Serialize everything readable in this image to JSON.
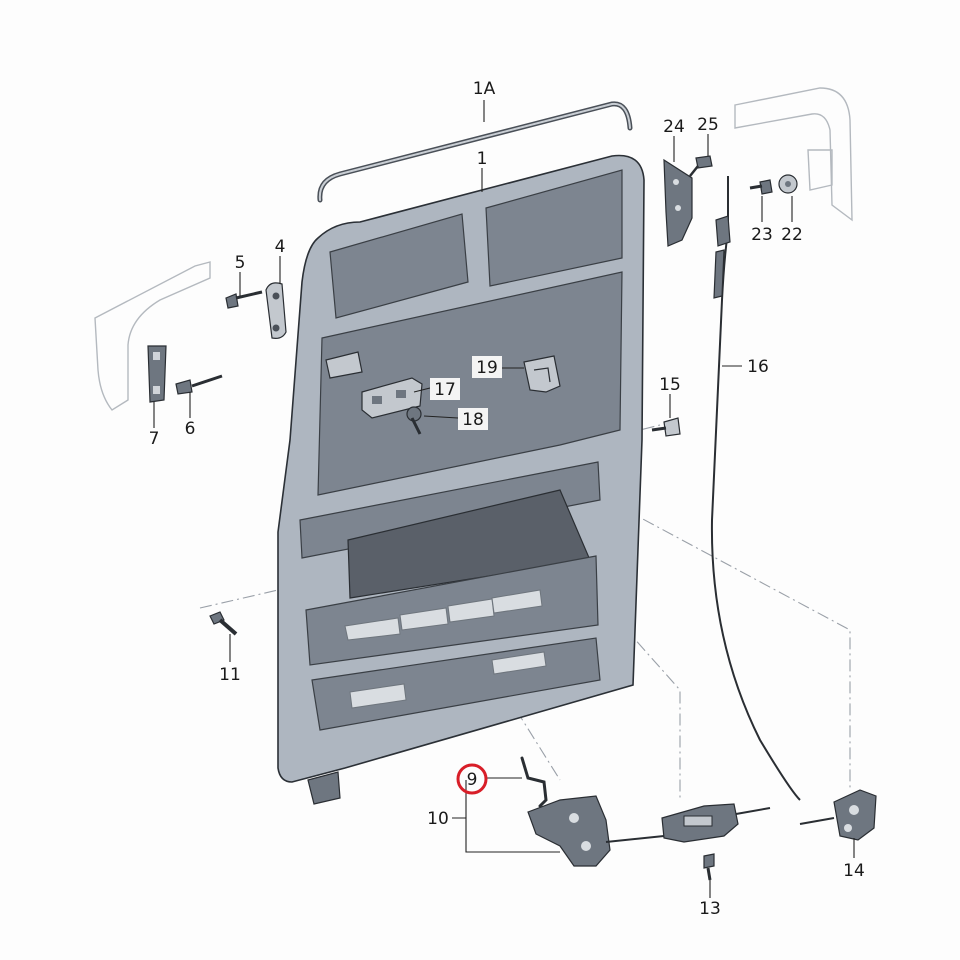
{
  "diagram": {
    "labels": {
      "l1A": "1A",
      "l1": "1",
      "l24": "24",
      "l25": "25",
      "l23": "23",
      "l22": "22",
      "l5": "5",
      "l4": "4",
      "l7": "7",
      "l6": "6",
      "l19": "19",
      "l17": "17",
      "l18": "18",
      "l16": "16",
      "l15": "15",
      "l11": "11",
      "l9": "9",
      "l10": "10",
      "l13": "13",
      "l14": "14"
    },
    "highlighted_part": "9",
    "highlight_color": "#d81e28"
  }
}
